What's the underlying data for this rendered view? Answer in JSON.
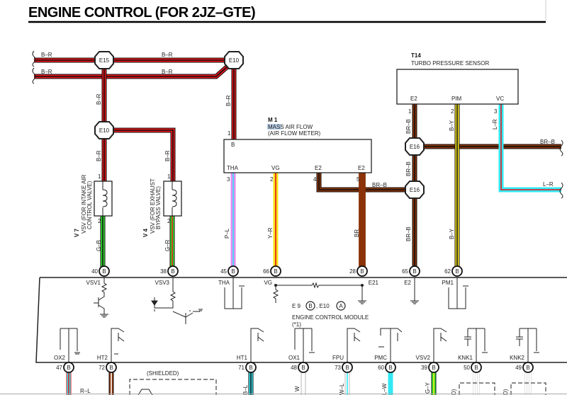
{
  "title": "ENGINE CONTROL (FOR 2JZ–GTE)",
  "colors": {
    "black": "#111111",
    "red": "#e8151b",
    "green": "#2ee62e",
    "pink": "#e08cf2",
    "cyan": "#33e8f2",
    "yellow": "#f7e51c",
    "brown": "#8b3208",
    "white": "#ffffff",
    "gray": "#b8b8b8",
    "highlight": "#b9cfe8"
  },
  "junctions": {
    "e15": "E15",
    "e10_top": "E10",
    "e10_mid": "E10",
    "e16_top": "E16",
    "e16_bot": "E16"
  },
  "wire_labels": {
    "top1_left": "B–R",
    "top1_mid": "B–R",
    "top2_left": "B–R",
    "top2_mid": "B–R",
    "e15_down": "B–R",
    "e10_top_down": "B–R",
    "v7_in": "B–R",
    "v4_in": "B–R",
    "v7_out": "G–B",
    "v4_out": "G–R",
    "tha": "P–L",
    "vg": "Y–R",
    "e2_bus": "BR–B",
    "e2_main": "BR",
    "t14_e2": "BR–B",
    "e16_between": "BR–B",
    "e16_down": "BR–B",
    "pim_top": "B–Y",
    "pim_bottom": "B–Y",
    "vc": "L–R",
    "right_brb": "BR–B",
    "right_lr": "L–R",
    "rl": "R–L",
    "bl": "B–L",
    "w": "W",
    "wl": "W–L",
    "lw": "L–W",
    "gy": "G–Y",
    "knk1_partial": "D)",
    "knk2_partial": "D)"
  },
  "v7": {
    "code": "V 7",
    "line1": "VSV (FOR INTAKE AIR",
    "line2": "CONTROL VALVE)",
    "pin_in": "1",
    "pin_out": "2"
  },
  "v4": {
    "code": "V 4",
    "line1": "VSV (FOR EXHAUST",
    "line2": "BYPASS VALVE)",
    "pin_in": "1",
    "pin_out": "2"
  },
  "m1": {
    "code": "M 1",
    "name_highlight": "MASS",
    "name_rest": " AIR FLOW",
    "name_line2": "(AIR FLOW METER)",
    "terminals": {
      "b": "B",
      "tha": "THA",
      "vg": "VG",
      "e2a": "E2",
      "e2b": "E2"
    },
    "pins": {
      "b": "1",
      "tha": "3",
      "vg": "2",
      "e2a": "4",
      "e2b": "5"
    }
  },
  "t14": {
    "code": "T14",
    "name": "TURBO PRESSURE SENSOR",
    "terminals": {
      "e2": "E2",
      "pim": "PIM",
      "vc": "VC"
    },
    "pins": {
      "e2": "1",
      "pim": "2",
      "vc": "3"
    }
  },
  "ecm": {
    "connector_letter": "B",
    "connector_info": {
      "e9": "E 9",
      "b": "B",
      "sep": ", E10",
      "a": "A"
    },
    "name": "ENGINE CONTROL MODULE",
    "note": "(*1)",
    "top_pins": [
      {
        "num": "40",
        "label": "VSV1"
      },
      {
        "num": "38",
        "label": "VSV3"
      },
      {
        "num": "45",
        "label": "THA"
      },
      {
        "num": "66",
        "label": "VG"
      },
      {
        "num": "28",
        "label": "E21"
      },
      {
        "num": "65",
        "label": "E2"
      },
      {
        "num": "62",
        "label": "PM1"
      }
    ],
    "bottom_pins": [
      {
        "num": "47",
        "label": "OX2"
      },
      {
        "num": "72",
        "label": "HT2"
      },
      {
        "num": "71",
        "label": "HT1"
      },
      {
        "num": "48",
        "label": "OX1"
      },
      {
        "num": "73",
        "label": "FPU"
      },
      {
        "num": "60",
        "label": "PMC"
      },
      {
        "num": "39",
        "label": "VSV2"
      },
      {
        "num": "50",
        "label": "KNK1"
      },
      {
        "num": "49",
        "label": "KNK2"
      }
    ]
  },
  "shielded_label": "(SHIELDED)"
}
